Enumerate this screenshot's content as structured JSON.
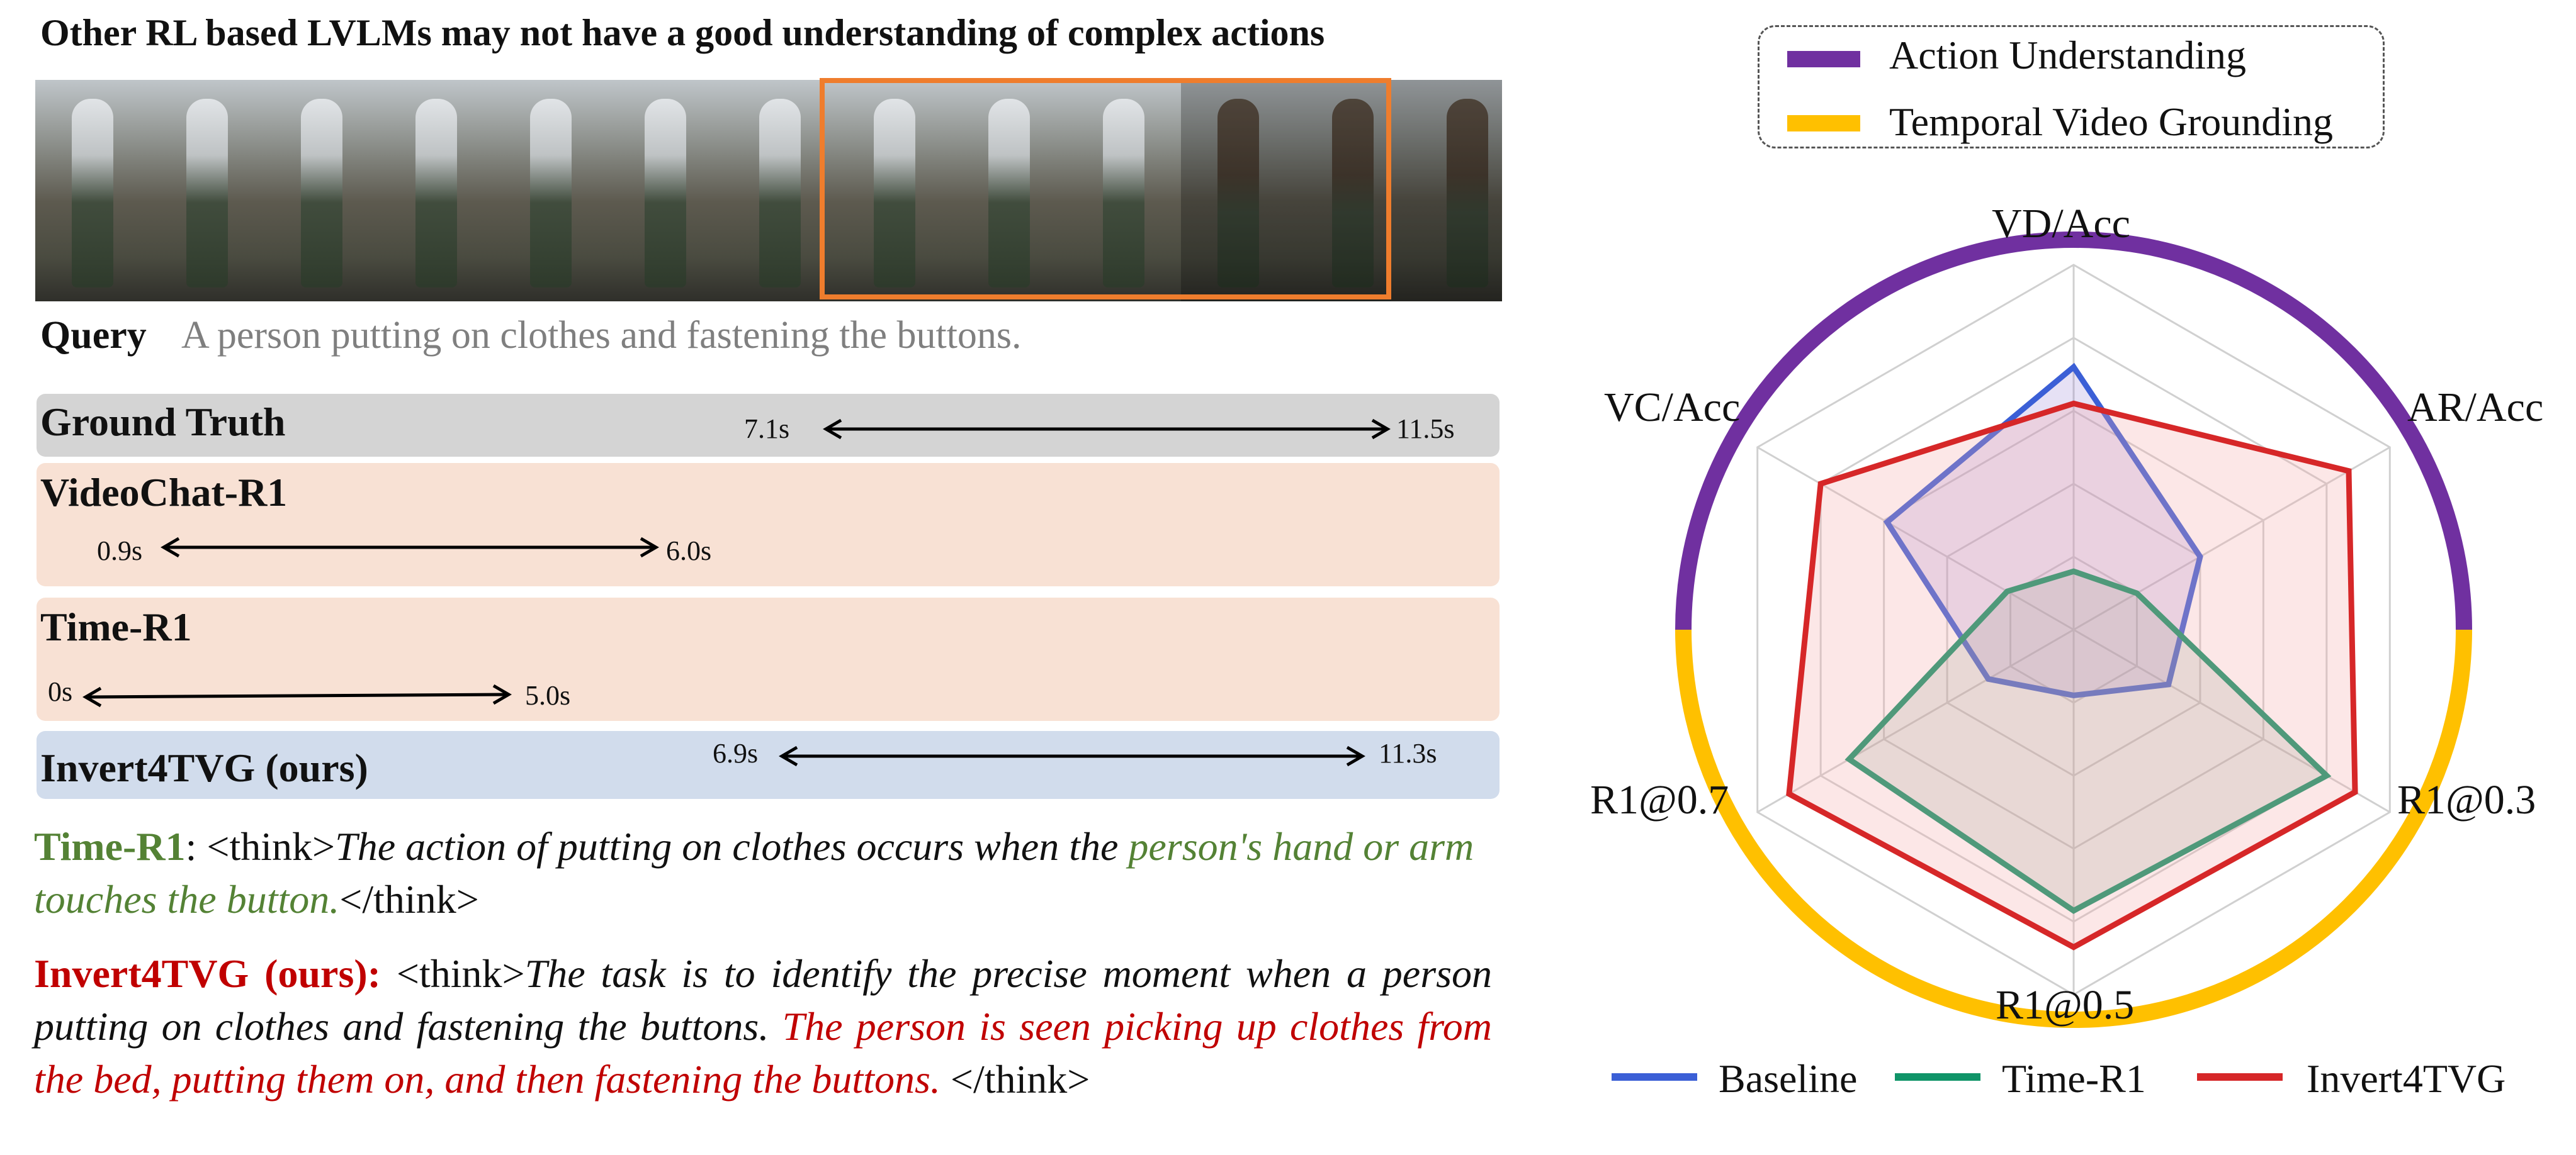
{
  "title": "Other RL based LVLMs may not have a good understanding of complex actions",
  "query": {
    "label": "Query",
    "text": "A person putting on clothes and fastening the buttons."
  },
  "rows": [
    {
      "name": "Ground Truth",
      "start": "7.1s",
      "end": "11.5s",
      "color": "#d4d4d4"
    },
    {
      "name": "VideoChat-R1",
      "start": "0.9s",
      "end": "6.0s",
      "color": "#f8e1d4"
    },
    {
      "name": "Time-R1",
      "start": "0s",
      "end": "5.0s",
      "color": "#f8e1d4"
    },
    {
      "name": "Invert4TVG (ours)",
      "start": "6.9s",
      "end": "11.3s",
      "color": "#d1dcec"
    }
  ],
  "reasoning": {
    "timer1": {
      "label": "Time-R1",
      "colon": ":",
      "open": "<think>",
      "plain": "The action of putting on clothes  occurs when the",
      "colored": "person's hand or arm touches the button.",
      "close": "</think>"
    },
    "invert": {
      "label": "Invert4TVG (ours):",
      "open": "<think>",
      "plain": "The task is to identify the precise moment when a person putting on clothes and fastening the buttons.",
      "colored": "The person is seen picking up clothes from the bed, putting them on, and then fastening the buttons.",
      "close": "</think>"
    }
  },
  "colors": {
    "green": "#548235",
    "red": "#c00000",
    "orange": "#ef7d2d",
    "purple": "#7030a0",
    "gold": "#ffc000",
    "blue": "#3b5fd6",
    "teal": "#109468",
    "crimson": "#d62728"
  },
  "top_legend": {
    "action": "Action Understanding",
    "grounding": "Temporal Video Grounding"
  },
  "chart_data": {
    "type": "radar",
    "axes": [
      "VD/Acc",
      "AR/Acc",
      "R1@0.3",
      "R1@0.5",
      "R1@0.7",
      "VC/Acc"
    ],
    "rlim": [
      0,
      1
    ],
    "grid": true,
    "groups": [
      {
        "name": "Action Understanding",
        "axes": [
          "VC/Acc",
          "VD/Acc",
          "AR/Acc"
        ]
      },
      {
        "name": "Temporal Video Grounding",
        "axes": [
          "R1@0.7",
          "R1@0.5",
          "R1@0.3"
        ]
      }
    ],
    "series": [
      {
        "name": "Baseline",
        "values": [
          0.72,
          0.4,
          0.3,
          0.18,
          0.27,
          0.59
        ]
      },
      {
        "name": "Time-R1",
        "values": [
          0.16,
          0.2,
          0.8,
          0.77,
          0.71,
          0.21
        ]
      },
      {
        "name": "Invert4TVG",
        "values": [
          0.62,
          0.87,
          0.89,
          0.87,
          0.9,
          0.8
        ]
      }
    ],
    "legend_position": "bottom"
  }
}
